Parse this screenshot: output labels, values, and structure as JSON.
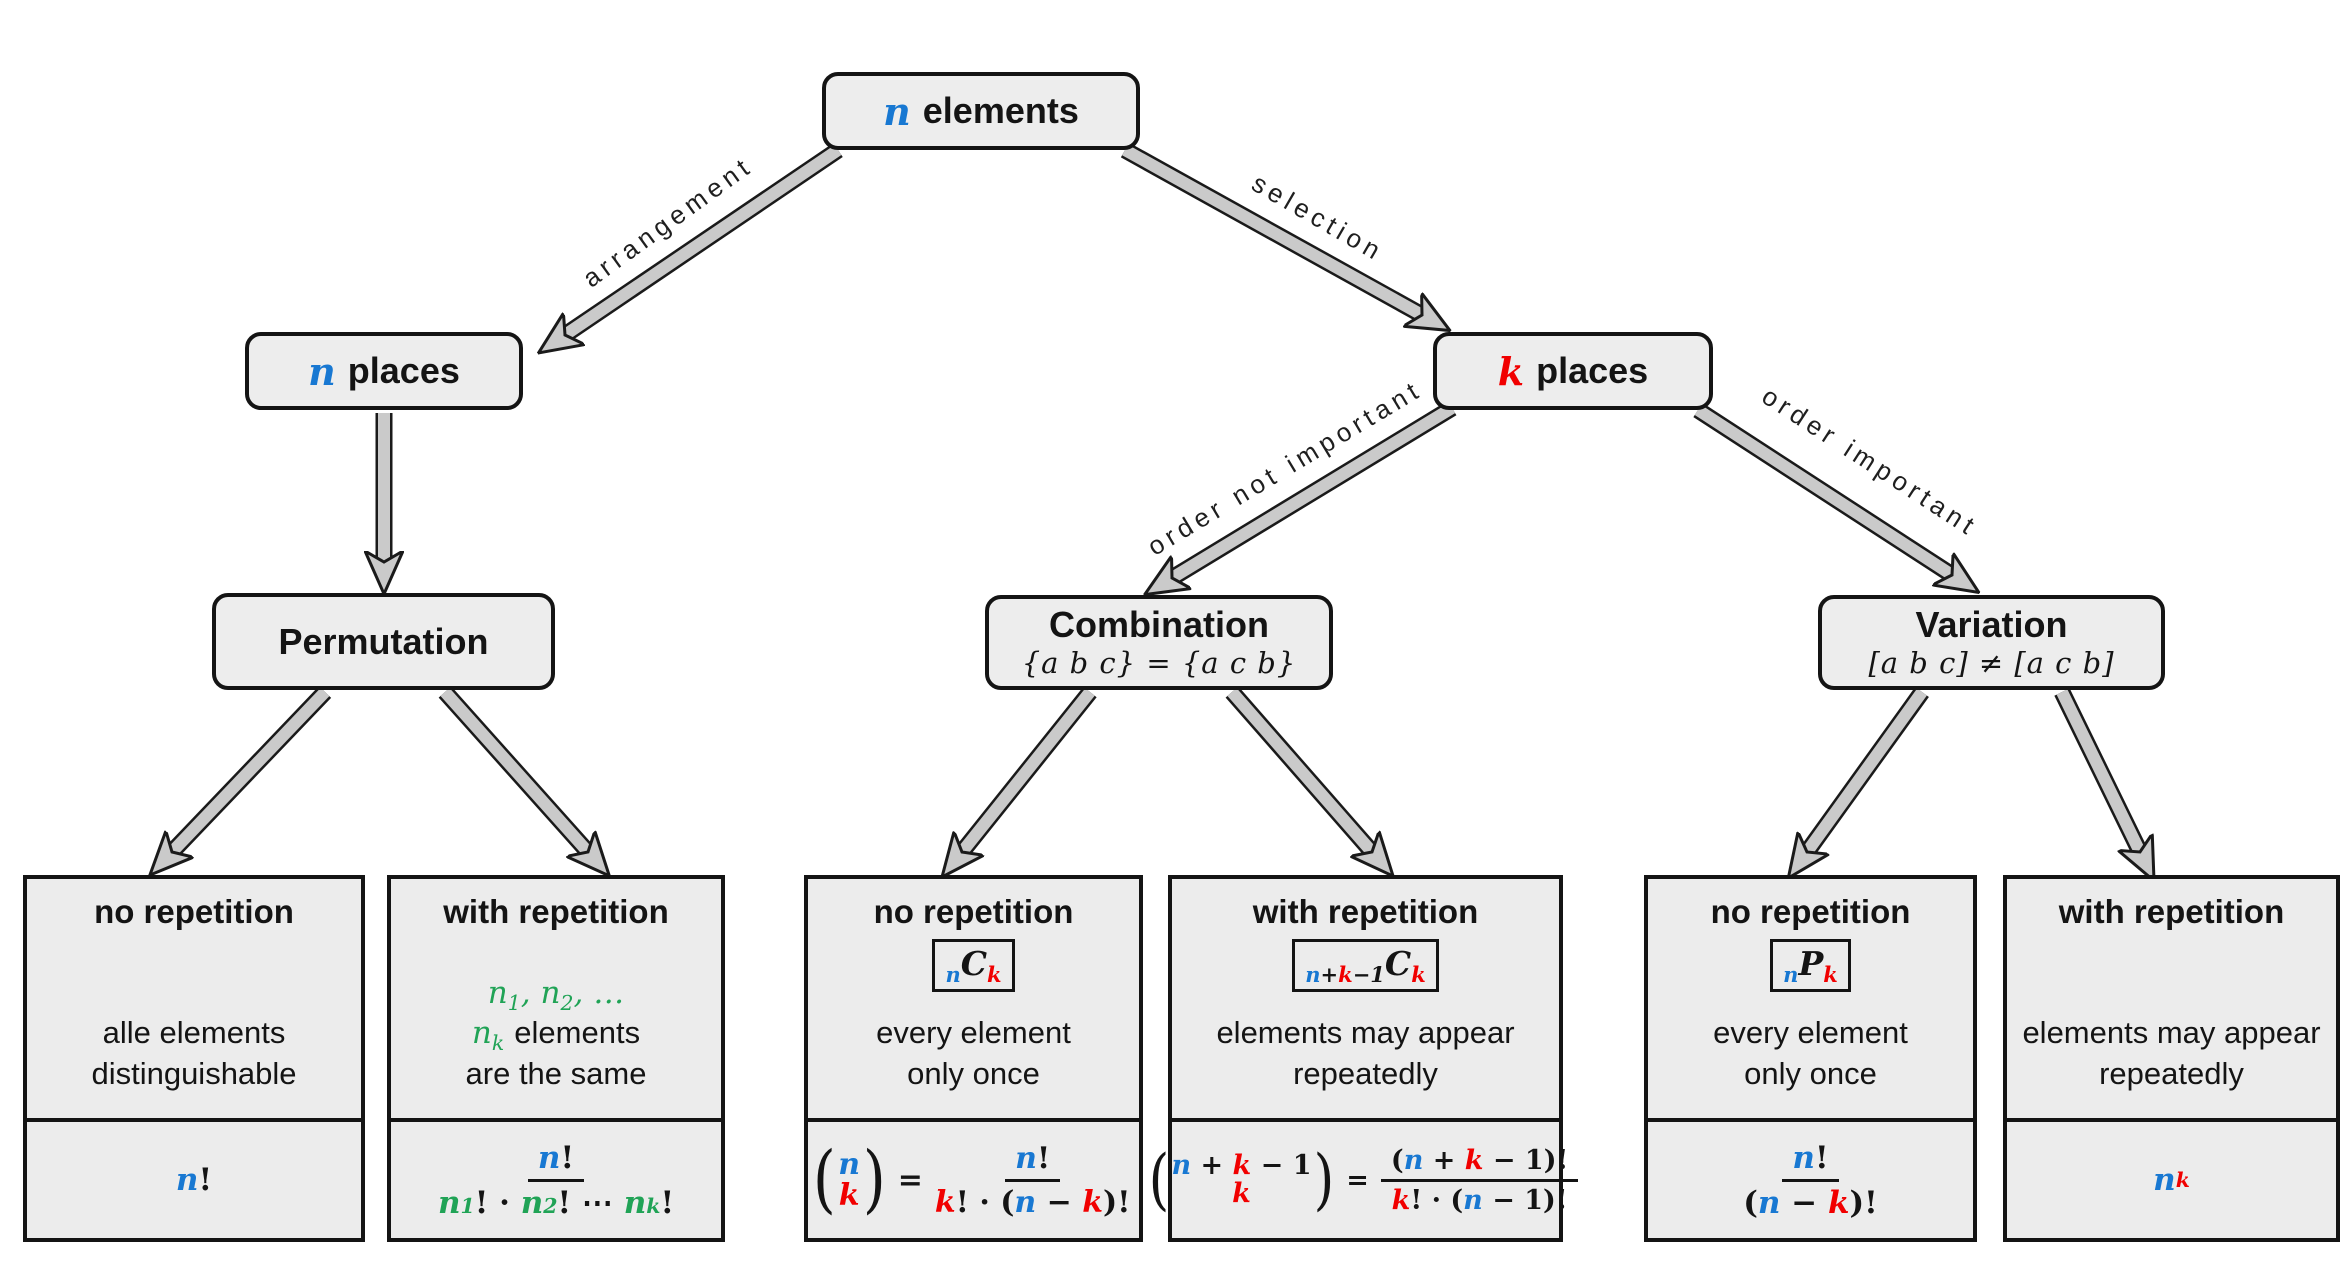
{
  "colors": {
    "blue": "#1878d2",
    "red": "#f10000",
    "green": "#20a356",
    "ink": "#141414",
    "node_fill": "#ededed",
    "arrow_fill": "#cacaca"
  },
  "nodes": {
    "root": {
      "var": "n",
      "label": "elements"
    },
    "n_places": {
      "var": "n",
      "label": "places"
    },
    "k_places": {
      "var": "k",
      "label": "places"
    },
    "permutation": {
      "title": "Permutation"
    },
    "combination": {
      "title": "Combination",
      "subtitle": "{a b c} = {a c b}"
    },
    "variation": {
      "title": "Variation",
      "subtitle": "[a b c] ≠ [a c b]"
    }
  },
  "edges": {
    "arrangement": "arrangement",
    "selection": "selection",
    "order_not_important": "order not important",
    "order_important": "order important"
  },
  "leaves": {
    "perm_no": {
      "title": "no repetition",
      "desc1": "alle elements",
      "desc2": "distinguishable",
      "formula": {
        "n": "n",
        "exc": "!"
      }
    },
    "perm_with": {
      "title": "with repetition",
      "desc": {
        "n": "n",
        "s1": "1",
        "c1": ", ",
        "s2": "2",
        "c2": ", … ",
        "sk": "k",
        "tail": "elements"
      },
      "desc2": "are the same",
      "formula": {
        "num": {
          "n": "n",
          "exc": "!"
        },
        "den": {
          "n": "n",
          "s1": "1",
          "o1": "! · ",
          "s2": "2",
          "o2": "! ⋯ ",
          "sk": "k",
          "o3": "!"
        }
      }
    },
    "comb_no": {
      "title": "no repetition",
      "symbol": {
        "pre": "n",
        "main": "C",
        "post": "k"
      },
      "desc1": "every element",
      "desc2": "only once",
      "formula": {
        "lp": "(",
        "rp": ")",
        "b_top": "n",
        "b_bot": "k",
        "eq": "=",
        "num": {
          "n": "n",
          "exc": "!"
        },
        "den": {
          "k": "k",
          "o1": "! · (",
          "n": "n",
          "o2": " − ",
          "k2": "k",
          "o3": ")!"
        }
      }
    },
    "comb_with": {
      "title": "with repetition",
      "symbol": {
        "p1": "n",
        "p2": "+",
        "p3": "k",
        "p4": "−1",
        "main": "C",
        "post": "k"
      },
      "desc1": "elements may appear",
      "desc2": "repeatedly",
      "formula": {
        "lp": "(",
        "rp": ")",
        "t_n": "n",
        "t_o1": " + ",
        "t_k": "k",
        "t_o2": " − 1",
        "b_k": "k",
        "eq": "=",
        "num": {
          "o1": "(",
          "n": "n",
          "o2": " + ",
          "k": "k",
          "o3": " − 1)!"
        },
        "den": {
          "k": "k",
          "o1": "! · (",
          "n": "n",
          "o2": " − 1)!"
        }
      }
    },
    "var_no": {
      "title": "no repetition",
      "symbol": {
        "pre": "n",
        "main": "P",
        "post": "k"
      },
      "desc1": "every element",
      "desc2": "only once",
      "formula": {
        "num": {
          "n": "n",
          "exc": "!"
        },
        "den": {
          "o1": "(",
          "n": "n",
          "o2": " − ",
          "k": "k",
          "o3": ")!"
        }
      }
    },
    "var_with": {
      "title": "with repetition",
      "desc1": "elements may appear",
      "desc2": "repeatedly",
      "formula": {
        "n": "n",
        "supk": "k"
      }
    }
  }
}
